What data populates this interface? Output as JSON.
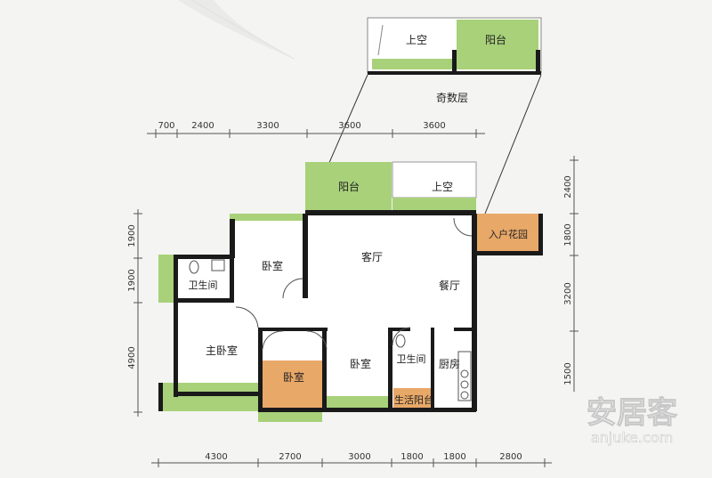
{
  "upper_plan": {
    "rooms": {
      "void": "上空",
      "balcony": "阳台"
    },
    "caption": "奇数层"
  },
  "dimensions": {
    "top": [
      "700",
      "2400",
      "3300",
      "3600",
      "3600"
    ],
    "bottom": [
      "4300",
      "2700",
      "3000",
      "1800",
      "1800",
      "2800"
    ],
    "left": [
      "1900",
      "1900",
      "4900"
    ],
    "right": [
      "2400",
      "1800",
      "3200",
      "1500"
    ]
  },
  "rooms": {
    "balcony": "阳台",
    "void": "上空",
    "entry_garden": "入户花园",
    "living_room": "客厅",
    "dining_room": "餐厅",
    "bedroom_top": "卧室",
    "bathroom_left": "卫生间",
    "master_bedroom": "主卧室",
    "bedroom_orange": "卧室",
    "bedroom_mid": "卧室",
    "bathroom_right": "卫生间",
    "kitchen": "厨房",
    "service_balcony": "生活阳台"
  },
  "watermark": {
    "brand": "安居客",
    "url": "anjuke.com"
  },
  "colors": {
    "green": "#a8d17a",
    "orange": "#e8a868",
    "wall": "#1a1a1a",
    "background": "#f4f4f2"
  }
}
